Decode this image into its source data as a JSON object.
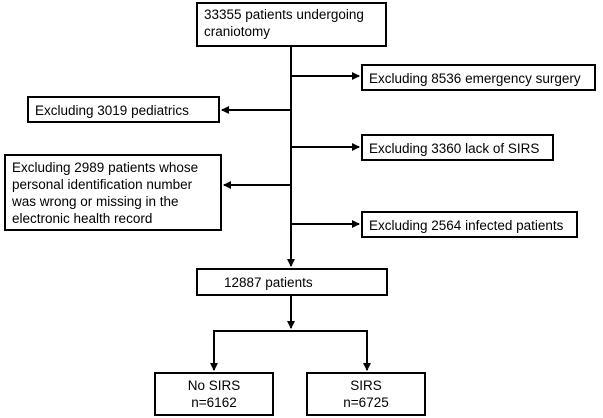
{
  "flowchart": {
    "start": {
      "line1": "33355 patients undergoing",
      "line2": "craniotomy"
    },
    "exclusions": {
      "emergency": "Excluding 8536 emergency surgery",
      "pediatrics": "Excluding 3019 pediatrics",
      "lack_sirs": "Excluding 3360 lack of SIRS",
      "id_missing": {
        "line1": "Excluding 2989 patients whose",
        "line2": "personal identification number",
        "line3": "was wrong or missing in the",
        "line4": "electronic health record"
      },
      "infected": "Excluding 2564 infected patients"
    },
    "cohort": "12887 patients",
    "groups": {
      "no_sirs": {
        "label": "No SIRS",
        "count": "n=6162"
      },
      "sirs": {
        "label": "SIRS",
        "count": "n=6725"
      }
    }
  }
}
